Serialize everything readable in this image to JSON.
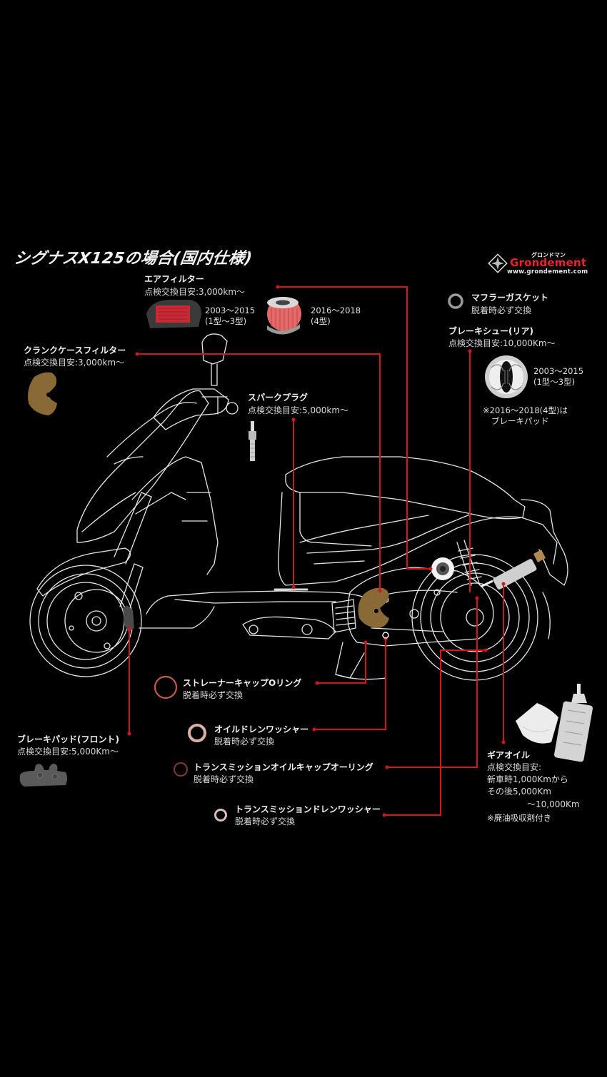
{
  "title": "シグナスX125の場合(国内仕様)",
  "brand": {
    "kana": "グロンドマン",
    "name": "Grondement",
    "url": "www.grondement.com",
    "color": "#e8252d"
  },
  "colors": {
    "background": "#000000",
    "leader_line": "#d0161f",
    "line_art": "#e6e6e6"
  },
  "parts": {
    "air_filter": {
      "name": "エアフィルター",
      "interval": "点検交換目安:3,000km〜",
      "variants": [
        {
          "years": "2003〜2015",
          "model": "(1型〜3型)"
        },
        {
          "years": "2016〜2018",
          "model": "(4型)"
        }
      ]
    },
    "crankcase_filter": {
      "name": "クランクケースフィルター",
      "interval": "点検交換目安:3,000km〜"
    },
    "spark_plug": {
      "name": "スパークプラグ",
      "interval": "点検交換目安:5,000km〜"
    },
    "muffler_gasket": {
      "name": "マフラーガスケット",
      "note": "脱着時必ず交換"
    },
    "rear_brake_shoe": {
      "name": "ブレーキシュー(リア)",
      "interval": "点検交換目安:10,000Km〜",
      "years": "2003〜2015",
      "model": "(1型〜3型)",
      "note_line1": "※2016〜2018(4型)は",
      "note_line2": "ブレーキパッド"
    },
    "strainer_cap_oring": {
      "name": "ストレーナーキャップOリング",
      "note": "脱着時必ず交換"
    },
    "oil_drain_washer": {
      "name": "オイルドレンワッシャー",
      "note": "脱着時必ず交換"
    },
    "front_brake_pad": {
      "name": "ブレーキパッド(フロント)",
      "interval": "点検交換目安:5,000Km〜"
    },
    "transmission_oil_cap_oring": {
      "name": "トランスミッションオイルキャップオーリング",
      "note": "脱着時必ず交換"
    },
    "transmission_drain_washer": {
      "name": "トランスミッションドレンワッシャー",
      "note": "脱着時必ず交換"
    },
    "gear_oil": {
      "name": "ギアオイル",
      "interval_label": "点検交換目安:",
      "line1": "新車時1,000Kmから",
      "line2": "その後5,000Km",
      "line3": "〜10,000Km",
      "note": "※廃油吸収剤付き"
    }
  }
}
